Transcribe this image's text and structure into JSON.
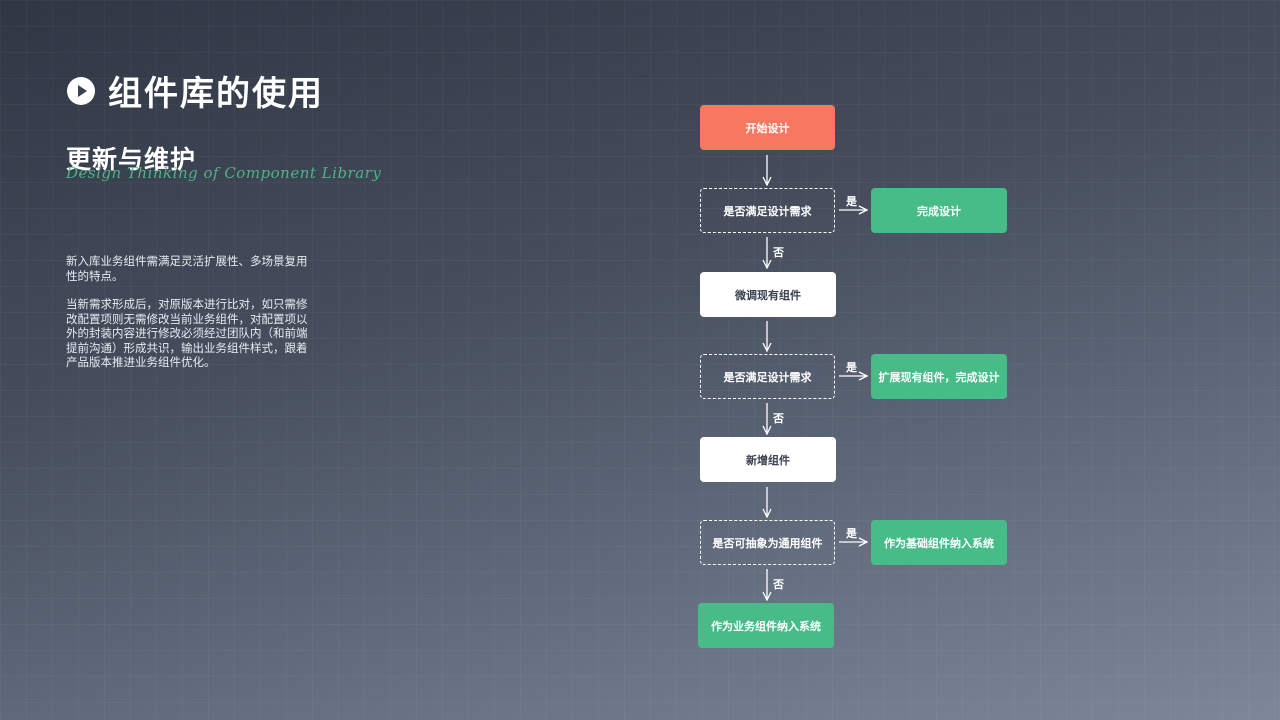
{
  "header": {
    "title": "组件库的使用",
    "icon": "play-circle-icon"
  },
  "section": {
    "title": "更新与维护",
    "script_text": "Design Thinking of Component Library",
    "script_color": "#4fbf8c"
  },
  "description": {
    "paragraph1": "新入库业务组件需满足灵活扩展性、多场景复用性的特点。",
    "paragraph2": "当新需求形成后，对原版本进行比对，如只需修改配置项则无需修改当前业务组件，对配置项以外的封装内容进行修改必须经过团队内（和前端提前沟通）形成共识，输出业务组件样式，跟着产品版本推进业务组件优化。"
  },
  "flowchart": {
    "colors": {
      "start": "#f87760",
      "end": "#48bc88",
      "process": "#ffffff"
    },
    "start": "开始设计",
    "decision1": "是否满足设计需求",
    "yes1_result": "完成设计",
    "process1": "微调现有组件",
    "decision2": "是否满足设计需求",
    "yes2_result": "扩展现有组件，完成设计",
    "process2": "新增组件",
    "decision3": "是否可抽象为通用组件",
    "yes3_result": "作为基础组件纳入系统",
    "final": "作为业务组件纳入系统",
    "yes_label": "是",
    "no_label": "否"
  }
}
